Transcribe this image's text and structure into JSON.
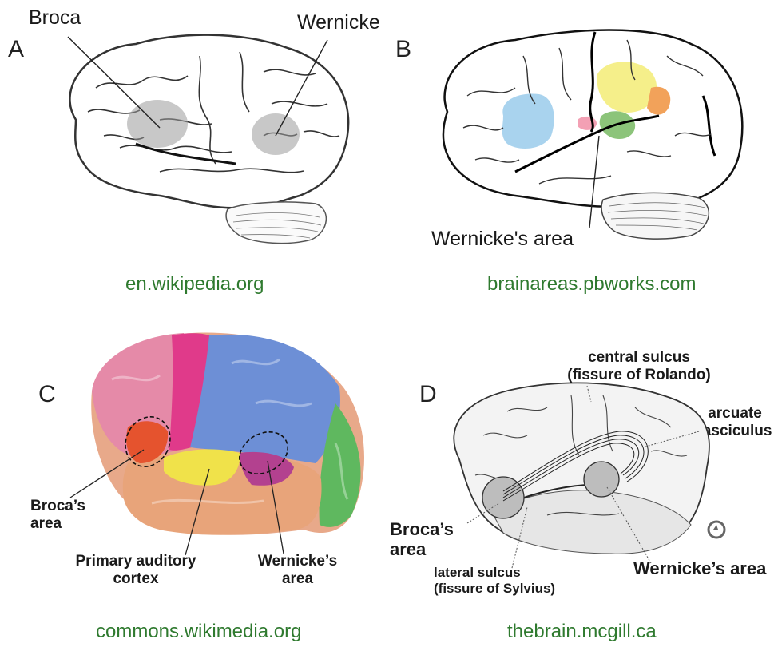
{
  "panels": {
    "a": {
      "letter": "A",
      "labels": {
        "broca": "Broca",
        "wernicke": "Wernicke"
      },
      "source": "en.wikipedia.org"
    },
    "b": {
      "letter": "B",
      "labels": {
        "wernicke_area": "Wernicke's area"
      },
      "source": "brainareas.pbworks.com"
    },
    "c": {
      "letter": "C",
      "labels": {
        "broca_1": "Broca’s",
        "broca_2": "area",
        "auditory_1": "Primary auditory",
        "auditory_2": "cortex",
        "wernicke_1": "Wernicke’s",
        "wernicke_2": "area"
      },
      "source": "commons.wikimedia.org"
    },
    "d": {
      "letter": "D",
      "labels": {
        "central_1": "central sulcus",
        "central_2": "(fissure of Rolando)",
        "arcuate_1": "arcuate",
        "arcuate_2": "fasciculus",
        "broca_1": "Broca’s",
        "broca_2": "area",
        "lateral_1": "lateral sulcus",
        "lateral_2": "(fissure of Sylvius)",
        "wernicke_area": "Wernicke’s area"
      },
      "source": "thebrain.mcgill.ca"
    }
  },
  "colors": {
    "source_text": "#2f7a2f",
    "region_blue": "#a9d3ee",
    "region_yellow": "#f5ef8a",
    "region_orange": "#f2a25a",
    "region_green": "#8cc47a",
    "region_pink": "#f3a0b4"
  }
}
